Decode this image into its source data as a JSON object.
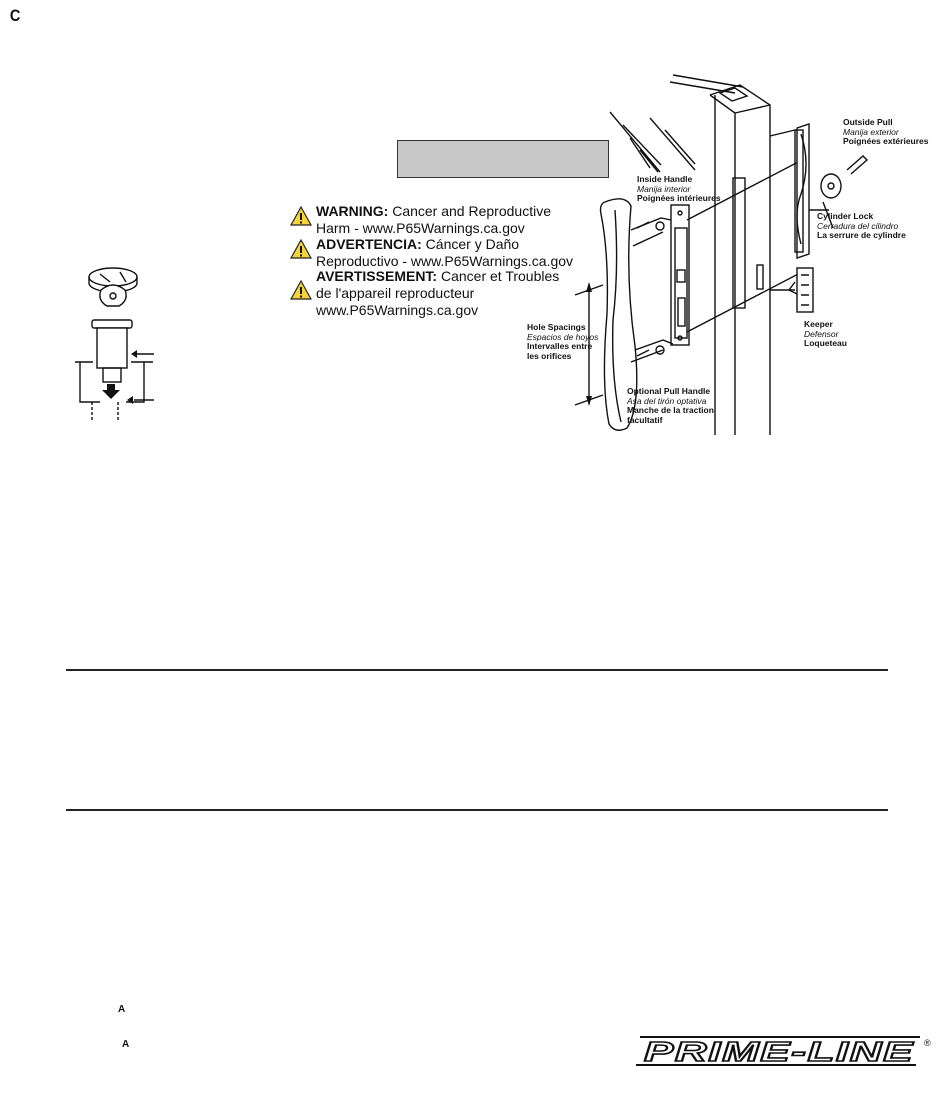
{
  "corner_letter": "C",
  "warnings": [
    {
      "label": "WARNING:",
      "line1": " Cancer and Reproductive",
      "line2": "Harm - www.P65Warnings.ca.gov"
    },
    {
      "label": "ADVERTENCIA:",
      "line1": " Cáncer y Daño",
      "line2": "Reproductivo - www.P65Warnings.ca.gov"
    },
    {
      "label": "AVERTISSEMENT:",
      "line1": " Cancer et Troubles",
      "line2": "de l'appareil reproducteur",
      "line3": "www.P65Warnings.ca.gov"
    }
  ],
  "diagram": {
    "outside_pull": {
      "en": "Outside Pull",
      "es": "Manija exterior",
      "fr": "Poignées extérieures"
    },
    "inside_handle": {
      "en": "Inside Handle",
      "es": "Manija interior",
      "fr": "Poignées intérieures"
    },
    "cylinder_lock": {
      "en": "Cylinder Lock",
      "es": "Cerradura del cilindro",
      "fr": "La serrure de cylindre"
    },
    "hole_spacings": {
      "en": "Hole Spacings",
      "es": "Espacios de hoyos",
      "fr1": "Intervalles entre",
      "fr2": "les orifices"
    },
    "keeper": {
      "en": "Keeper",
      "es": "Defensor",
      "fr": "Loqueteau"
    },
    "optional_pull": {
      "en": "Optional Pull Handle",
      "es": "Asa del tirón optativa",
      "fr1": "Manche de la traction",
      "fr2": "facultatif"
    }
  },
  "footer": {
    "marker_a1": "A",
    "marker_a2": "A",
    "brand": "PRIME-LINE",
    "registered": "®"
  }
}
